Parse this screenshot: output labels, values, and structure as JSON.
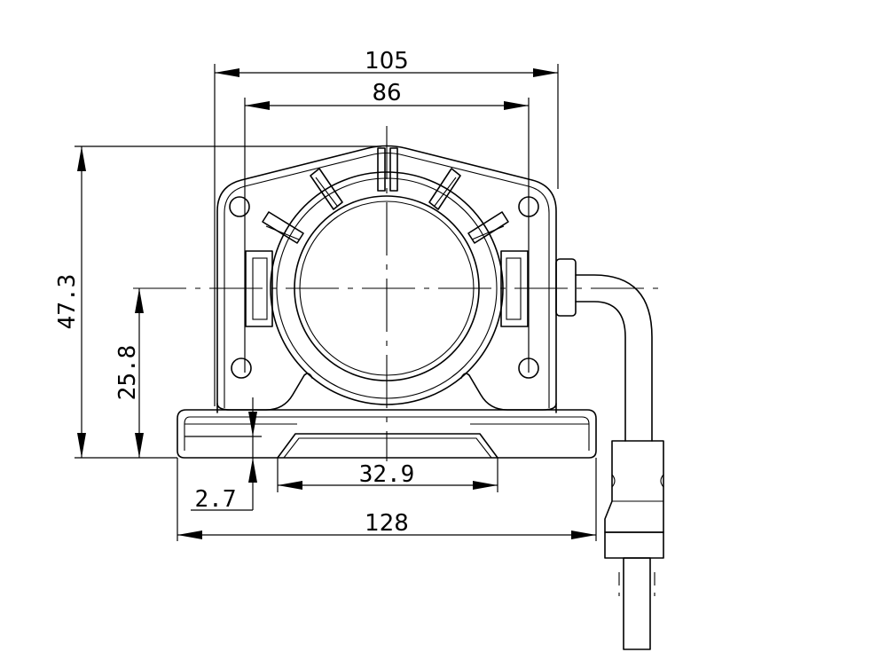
{
  "dimensions": {
    "overall_body_width": "105",
    "mounting_hole_spacing": "86",
    "total_height": "47.3",
    "center_height": "25.8",
    "slot_width": "32.9",
    "base_thickness": "2.7",
    "base_length": "128"
  },
  "colors": {
    "line": "#000000",
    "background": "#ffffff"
  }
}
